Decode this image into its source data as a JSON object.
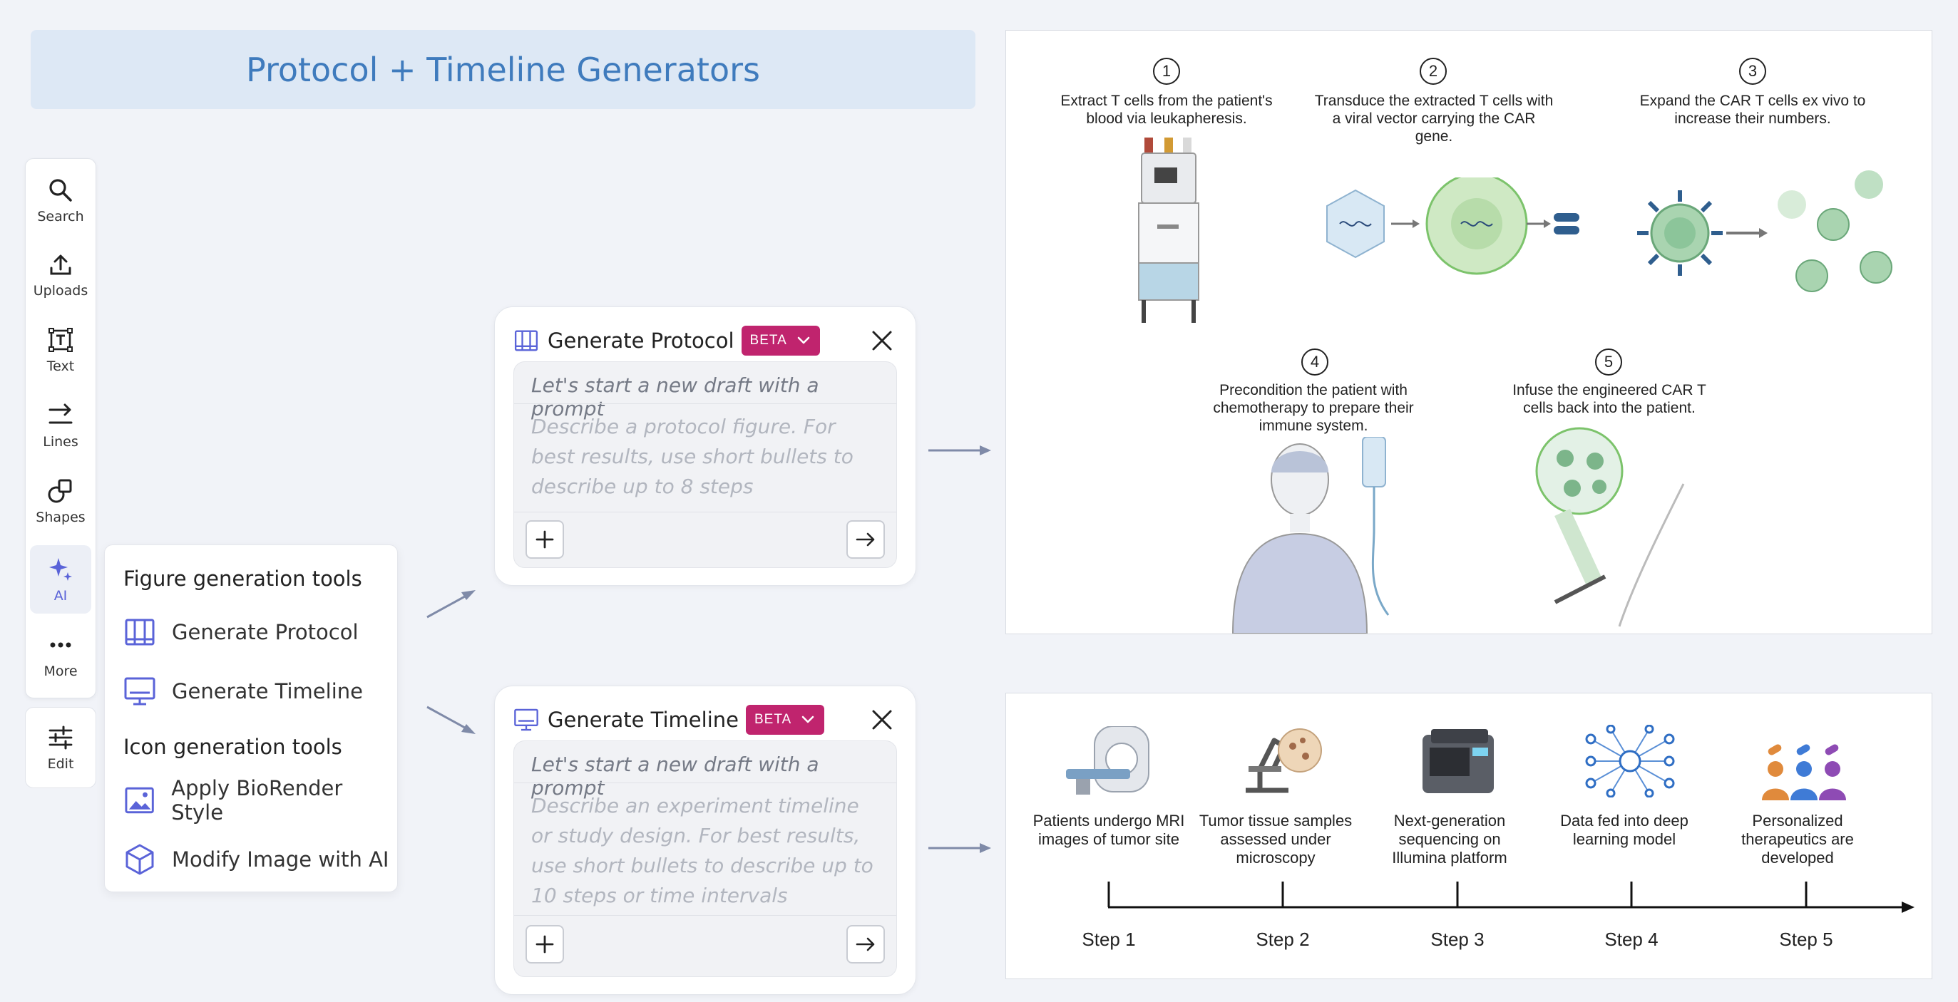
{
  "banner": {
    "title": "Protocol + Timeline Generators"
  },
  "toolbar": {
    "items": [
      {
        "label": "Search",
        "icon": "search-icon"
      },
      {
        "label": "Uploads",
        "icon": "upload-icon"
      },
      {
        "label": "Text",
        "icon": "text-icon"
      },
      {
        "label": "Lines",
        "icon": "lines-icon"
      },
      {
        "label": "Shapes",
        "icon": "shapes-icon"
      },
      {
        "label": "AI",
        "icon": "sparkle-icon",
        "active": true
      },
      {
        "label": "More",
        "icon": "more-icon"
      }
    ],
    "edit": {
      "label": "Edit",
      "icon": "sliders-icon"
    }
  },
  "flyout": {
    "figure_heading": "Figure generation tools",
    "figure_items": [
      {
        "label": "Generate Protocol",
        "icon": "protocol-icon"
      },
      {
        "label": "Generate Timeline",
        "icon": "timeline-icon"
      }
    ],
    "icon_heading": "Icon generation tools",
    "icon_items": [
      {
        "label": "Apply BioRender Style",
        "icon": "image-icon"
      },
      {
        "label": "Modify Image with AI",
        "icon": "cube-icon"
      }
    ]
  },
  "protocol_card": {
    "title": "Generate Protocol",
    "badge": "BETA",
    "prompt": "Let's start a new draft with a prompt",
    "placeholder": "Describe a protocol figure. For best results, use short bullets to describe up to 8 steps"
  },
  "timeline_card": {
    "title": "Generate Timeline",
    "badge": "BETA",
    "prompt": "Let's start a new draft with a prompt",
    "placeholder": "Describe an experiment timeline or study design. For best results, use short bullets to describe up to 10 steps or time intervals"
  },
  "protocol_preview": {
    "steps": [
      {
        "num": "1",
        "text": "Extract T cells from the patient's blood via leukapheresis."
      },
      {
        "num": "2",
        "text": "Transduce the extracted T cells with a viral vector carrying the CAR gene."
      },
      {
        "num": "3",
        "text": "Expand the CAR T cells ex vivo to increase their numbers."
      },
      {
        "num": "4",
        "text": "Precondition the patient with chemotherapy to prepare their immune system."
      },
      {
        "num": "5",
        "text": "Infuse the engineered CAR T cells back into the patient."
      }
    ]
  },
  "timeline_preview": {
    "events": [
      {
        "text": "Patients undergo MRI images of tumor site",
        "step": "Step 1"
      },
      {
        "text": "Tumor tissue samples assessed under microscopy",
        "step": "Step 2"
      },
      {
        "text": "Next-generation sequencing on Illumina platform",
        "step": "Step 3"
      },
      {
        "text": "Data fed into deep learning model",
        "step": "Step 4"
      },
      {
        "text": "Personalized therapeutics are developed",
        "step": "Step 5"
      }
    ]
  },
  "colors": {
    "accent": "#5a63d8",
    "beta": "#c0246e",
    "banner_text": "#3f7bbd",
    "banner_bg": "#dde8f5"
  }
}
